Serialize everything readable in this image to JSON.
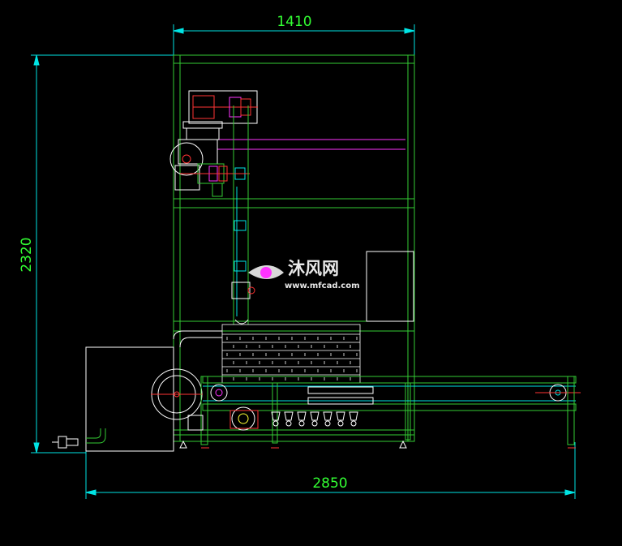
{
  "drawing": {
    "dimensions": {
      "top_width": "1410",
      "bottom_width": "2850",
      "left_height": "2320"
    },
    "watermark": {
      "name": "沐风网",
      "url": "www.mfcad.com"
    },
    "colors": {
      "background": "#000000",
      "frame": "#33cc33",
      "dimension": "#00e5e5",
      "dimension_text": "#33ff33",
      "accent_magenta": "#ff33ff",
      "accent_red": "#ff3333",
      "accent_white": "#ffffff"
    }
  }
}
